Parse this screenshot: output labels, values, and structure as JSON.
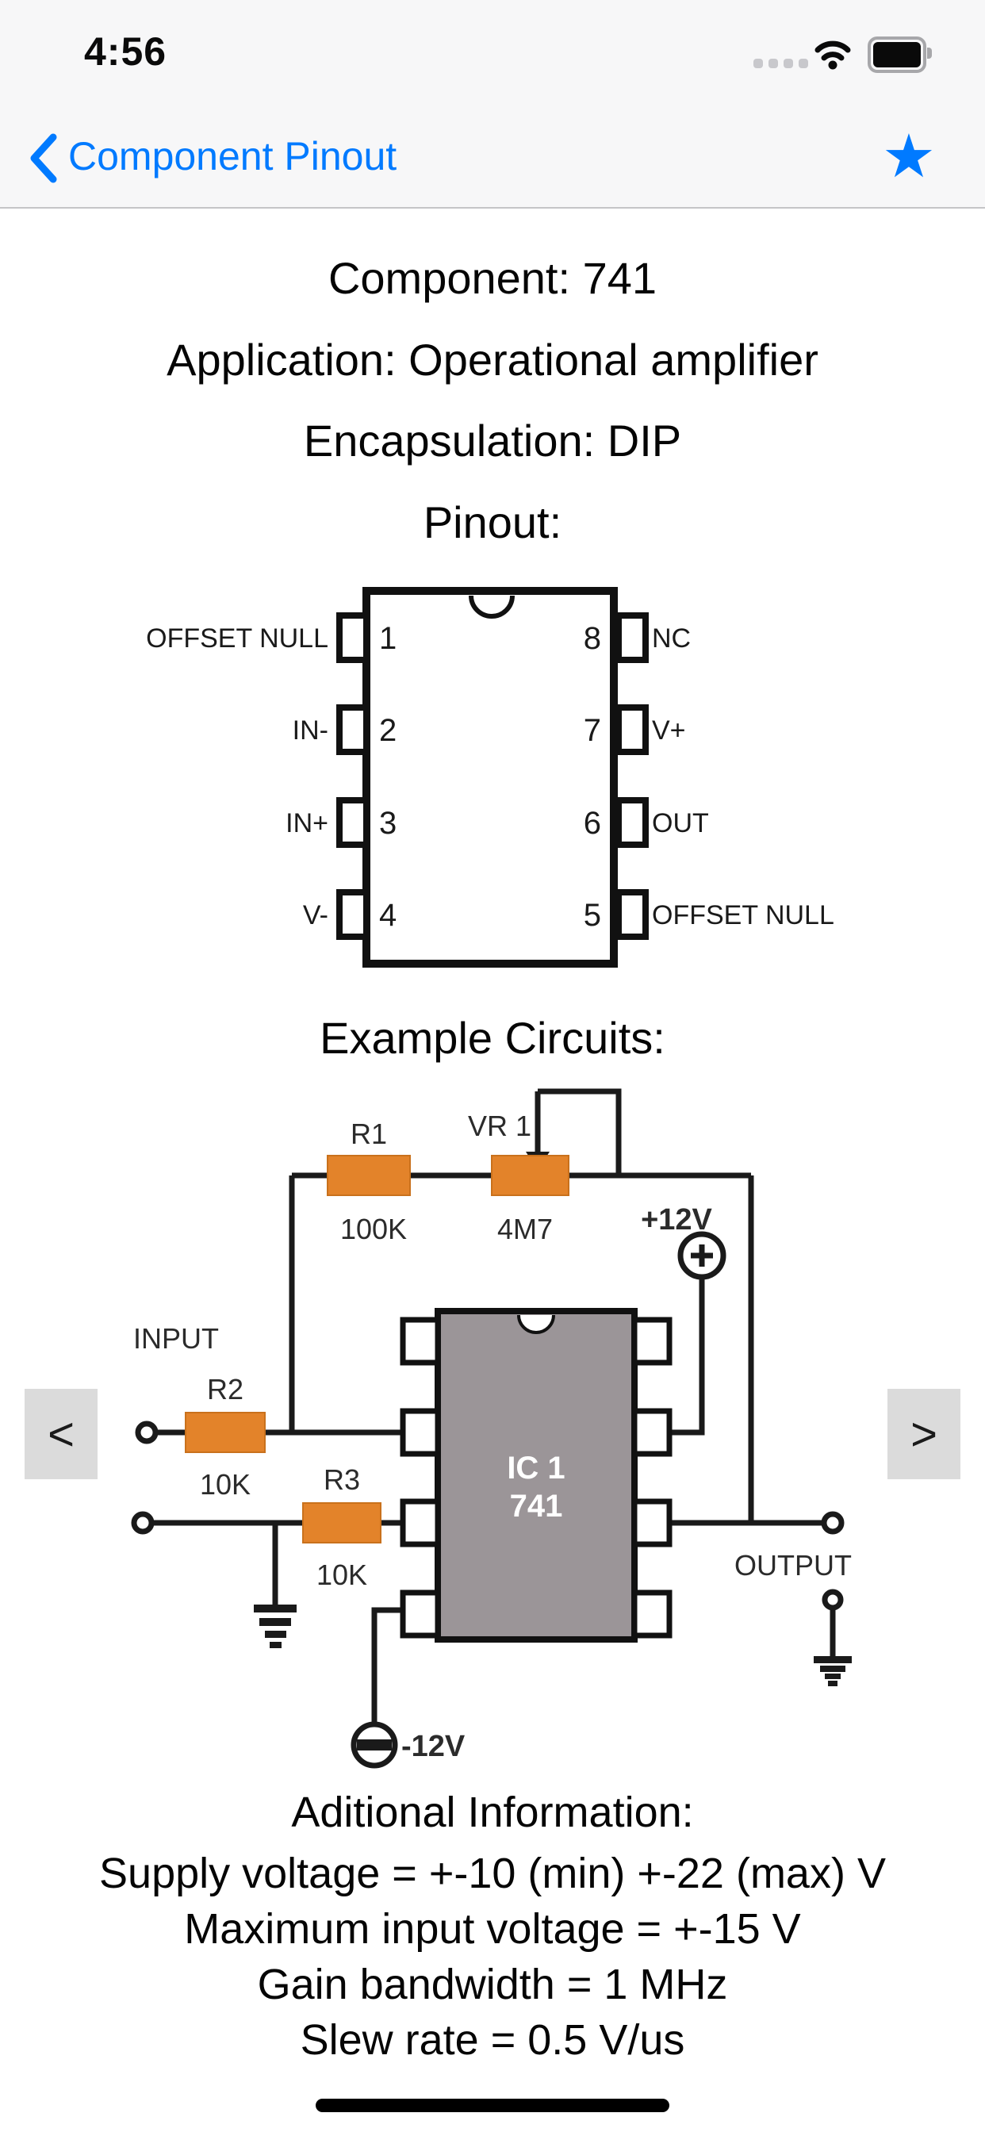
{
  "status_bar": {
    "time": "4:56"
  },
  "nav": {
    "title": "Component Pinout",
    "star_icon": "★"
  },
  "info": {
    "component": "Component: 741",
    "application": "Application: Operational amplifier",
    "encapsulation": "Encapsulation: DIP",
    "pinout_heading": "Pinout:"
  },
  "pinout": {
    "left": [
      {
        "num": "1",
        "label": "OFFSET NULL"
      },
      {
        "num": "2",
        "label": "IN-"
      },
      {
        "num": "3",
        "label": "IN+"
      },
      {
        "num": "4",
        "label": "V-"
      }
    ],
    "right": [
      {
        "num": "8",
        "label": "NC"
      },
      {
        "num": "7",
        "label": "V+"
      },
      {
        "num": "6",
        "label": "OUT"
      },
      {
        "num": "5",
        "label": "OFFSET NULL"
      }
    ]
  },
  "example": {
    "heading": "Example Circuits:",
    "prev_label": "<",
    "next_label": ">"
  },
  "circuit": {
    "input_label": "INPUT",
    "output_label": "OUTPUT",
    "r1_name": "R1",
    "r1_value": "100K",
    "vr1_name": "VR 1",
    "vr1_value": "4M7",
    "r2_name": "R2",
    "r2_value": "10K",
    "r3_name": "R3",
    "r3_value": "10K",
    "pos_supply": "+12V",
    "neg_supply": "-12V",
    "ic_name": "IC 1",
    "ic_part": "741"
  },
  "additional": {
    "heading": "Aditional Information:",
    "lines": [
      "Supply voltage = +-10 (min) +-22 (max) V",
      "Maximum input voltage = +-15 V",
      "Gain bandwidth = 1 MHz",
      "Slew rate = 0.5 V/us"
    ]
  },
  "colors": {
    "accent_blue": "#007AFF",
    "resistor_orange": "#E3832A",
    "ic_gray": "#9B9598"
  }
}
